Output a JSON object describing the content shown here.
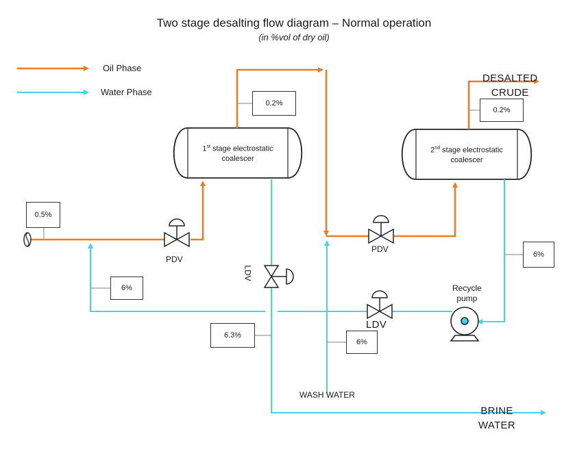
{
  "title": "Two stage desalting flow diagram – Normal operation",
  "subtitle": "(in %vol of dry oil)",
  "legend": {
    "oil": "Oil Phase",
    "water": "Water Phase",
    "oil_color": "#F07A22",
    "water_color": "#3DD6E8"
  },
  "vessels": {
    "stage1": {
      "num": "1",
      "sup": "st",
      "line1": " stage electrostatic",
      "line2": "coalescer"
    },
    "stage2": {
      "num": "2",
      "sup": "nd",
      "line1": " stage electrostatic",
      "line2": "coalescer"
    }
  },
  "boxes": {
    "inlet": "0.5%",
    "stage1_oil_out": "0.2%",
    "desalted": "0.2%",
    "recycle_to_inlet": "6%",
    "stage2_water_out": "6%",
    "brine_from_stage1": "6.3%",
    "wash_water": "6%"
  },
  "labels": {
    "pdv1": "PDV",
    "pdv2": "PDV",
    "ldv1": "LDV",
    "ldv2": "LDV",
    "recycle_line1": "Recycle",
    "recycle_line2": "pump",
    "desalted_line1": "DESALTED",
    "desalted_line2": "CRUDE",
    "wash_water": "WASH WATER",
    "brine_line1": "BRINE",
    "brine_line2": "WATER"
  }
}
